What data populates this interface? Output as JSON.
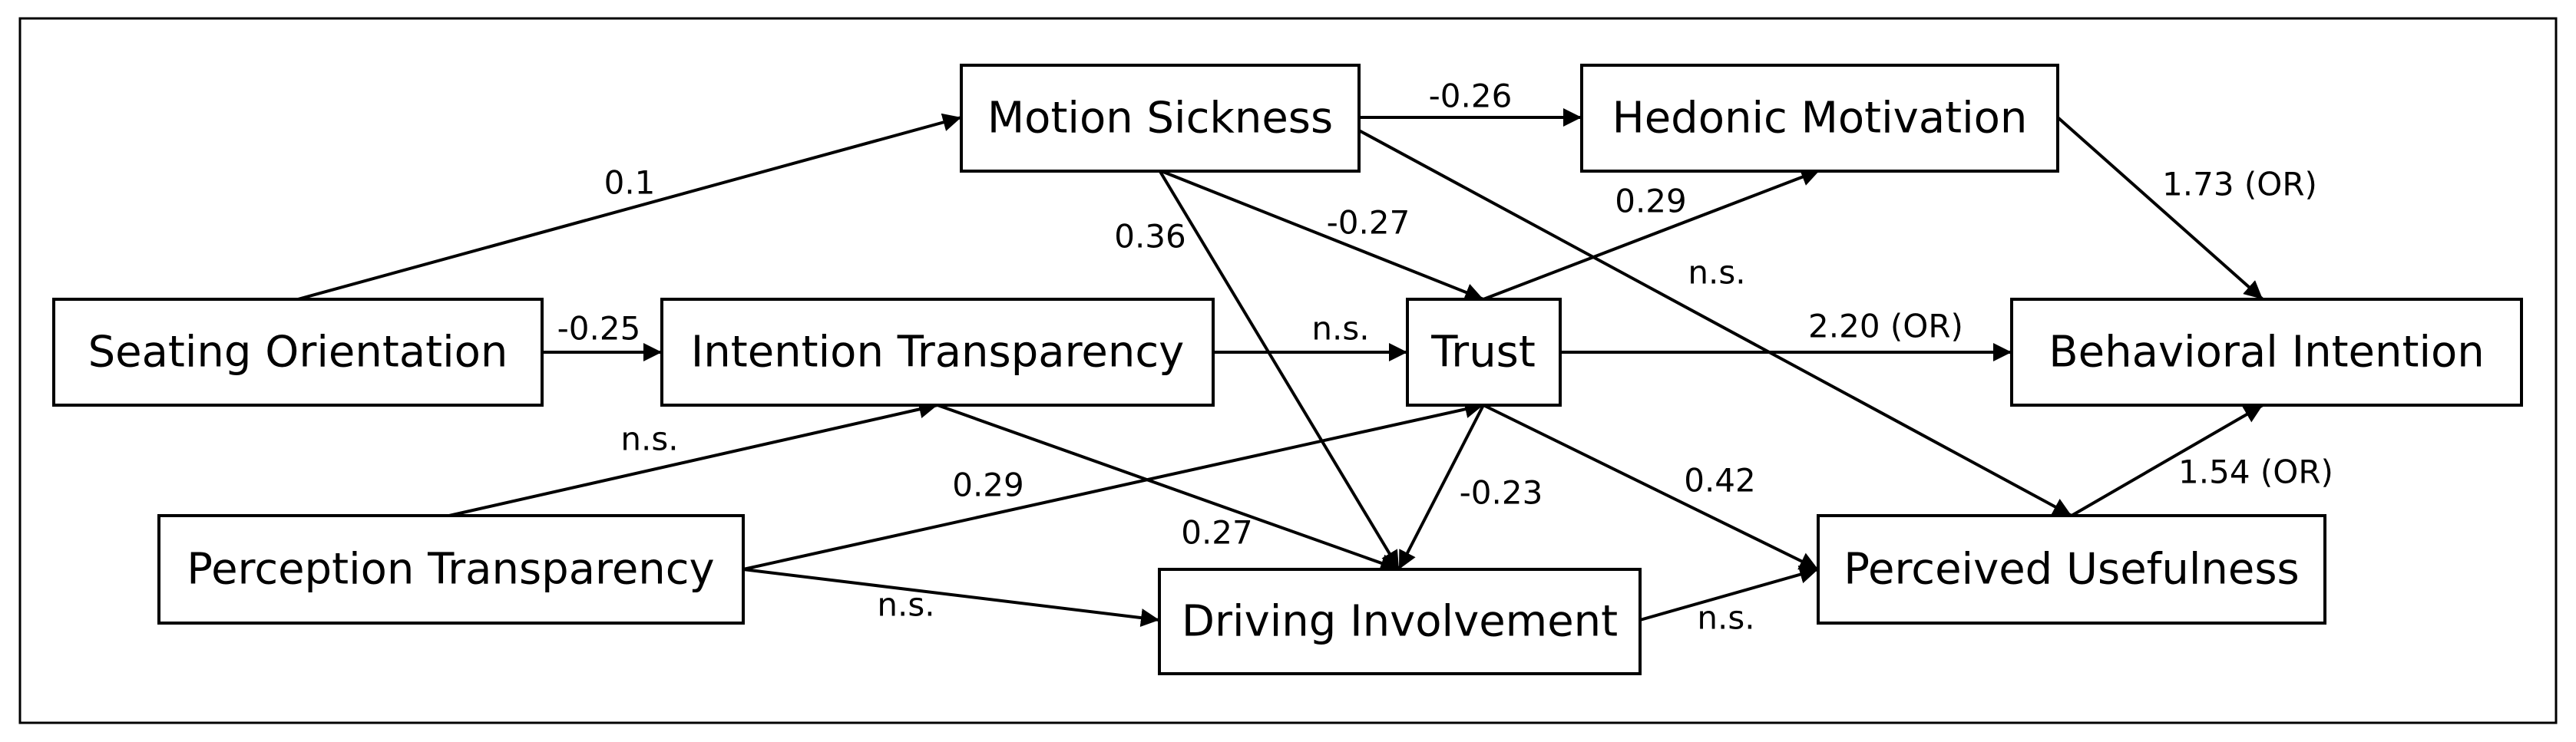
{
  "nodes": {
    "seating": "Seating Orientation",
    "motion": "Motion Sickness",
    "intention": "Intention Transparency",
    "perception": "Perception Transparency",
    "hedonic": "Hedonic Motivation",
    "trust": "Trust",
    "driving": "Driving Involvement",
    "behavioral": "Behavioral Intention",
    "usefulness": "Perceived Usefulness"
  },
  "paths": {
    "seating_motion": "0.1",
    "seating_intention": "-0.25",
    "motion_hedonic": "-0.26",
    "motion_trust": "-0.27",
    "motion_driving": "0.36",
    "motion_usefulness": "n.s.",
    "hedonic_behavioral": "1.73 (OR)",
    "trust_hedonic": "0.29",
    "intention_trust": "n.s.",
    "trust_behavioral": "2.20 (OR)",
    "perception_intention": "n.s.",
    "perception_trust": "0.29",
    "intention_driving": "0.27",
    "trust_driving": "-0.23",
    "trust_usefulness": "0.42",
    "perception_driving": "n.s.",
    "driving_usefulness": "n.s.",
    "usefulness_behavioral": "1.54 (OR)"
  }
}
